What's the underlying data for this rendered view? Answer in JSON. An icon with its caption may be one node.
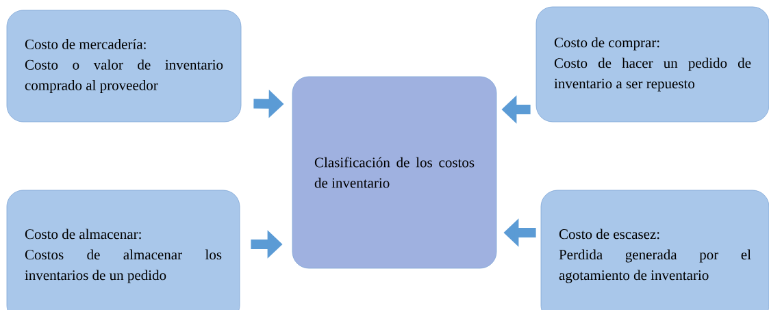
{
  "diagram": {
    "nodes": [
      {
        "text": [
          "Costo de mercadería:",
          "Costo o valor de inventario comprado al proveedor"
        ]
      },
      {
        "text": [
          "Costo de comprar:",
          "Costo de hacer un pedido de inventario a ser repuesto"
        ]
      },
      {
        "text": [
          "Clasificación de los costos de inventario"
        ]
      },
      {
        "text": [
          "Costo de almacenar:",
          "Costos de almacenar los inventarios de un pedido"
        ]
      },
      {
        "text": [
          "Costo de escasez:",
          "Perdida generada por el agotamiento de inventario"
        ]
      }
    ],
    "edges": [
      {
        "from": 0,
        "to": 2,
        "arrow": "to"
      },
      {
        "from": 1,
        "to": 2,
        "arrow": "to"
      },
      {
        "from": 3,
        "to": 2,
        "arrow": "to"
      },
      {
        "from": 4,
        "to": 2,
        "arrow": "to"
      }
    ]
  }
}
